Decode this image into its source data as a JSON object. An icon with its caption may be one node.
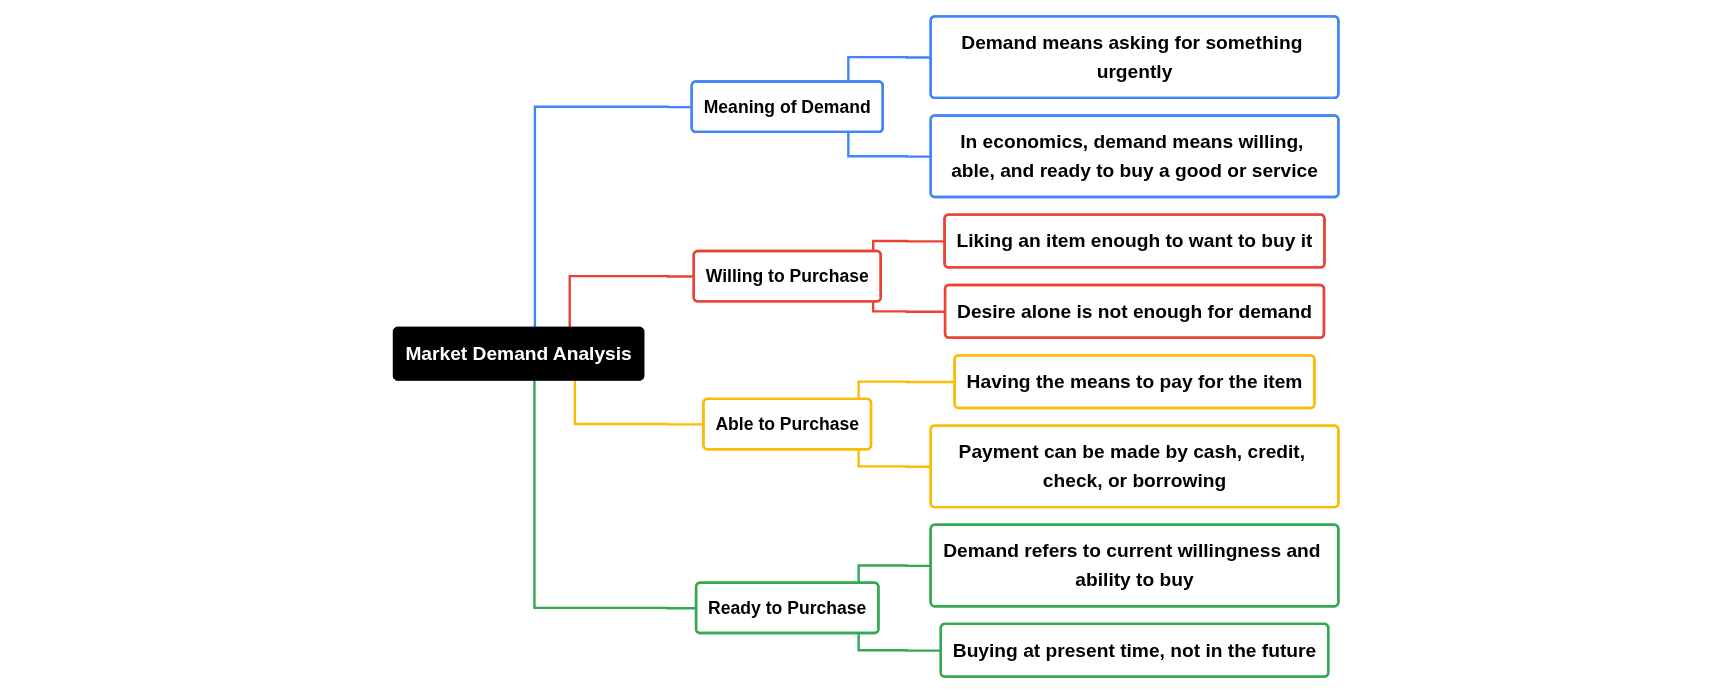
{
  "diagram": {
    "nodes": [
      {
        "text": [
          "Market Demand Analysis"
        ]
      },
      {
        "text": [
          "Meaning of Demand"
        ]
      },
      {
        "text": [
          "Demand means asking for something urgently"
        ]
      },
      {
        "text": [
          "In economics, demand means willing, able, and ready to buy a good or service"
        ]
      },
      {
        "text": [
          "Willing to Purchase"
        ]
      },
      {
        "text": [
          "Liking an item enough to want to buy it"
        ]
      },
      {
        "text": [
          "Desire alone is not enough for demand"
        ]
      },
      {
        "text": [
          "Able to Purchase"
        ]
      },
      {
        "text": [
          "Having the means to pay for the item"
        ]
      },
      {
        "text": [
          "Payment can be made by cash, credit, check, or borrowing"
        ]
      },
      {
        "text": [
          "Ready to Purchase"
        ]
      },
      {
        "text": [
          "Demand refers to current willingness and ability to buy"
        ]
      },
      {
        "text": [
          "Buying at present time, not in the future"
        ]
      }
    ],
    "edges": [
      {
        "from": 0,
        "to": 1,
        "arrow": "none",
        "color": "#4285f4"
      },
      {
        "from": 1,
        "to": 2,
        "arrow": "none",
        "color": "#4285f4"
      },
      {
        "from": 1,
        "to": 3,
        "arrow": "none",
        "color": "#4285f4"
      },
      {
        "from": 0,
        "to": 4,
        "arrow": "none",
        "color": "#ea4335"
      },
      {
        "from": 4,
        "to": 5,
        "arrow": "none",
        "color": "#ea4335"
      },
      {
        "from": 4,
        "to": 6,
        "arrow": "none",
        "color": "#ea4335"
      },
      {
        "from": 0,
        "to": 7,
        "arrow": "none",
        "color": "#fbbc04"
      },
      {
        "from": 7,
        "to": 8,
        "arrow": "none",
        "color": "#fbbc04"
      },
      {
        "from": 7,
        "to": 9,
        "arrow": "none",
        "color": "#fbbc04"
      },
      {
        "from": 0,
        "to": 10,
        "arrow": "none",
        "color": "#34a853"
      },
      {
        "from": 10,
        "to": 11,
        "arrow": "none",
        "color": "#34a853"
      },
      {
        "from": 10,
        "to": 12,
        "arrow": "none",
        "color": "#34a853"
      }
    ]
  }
}
